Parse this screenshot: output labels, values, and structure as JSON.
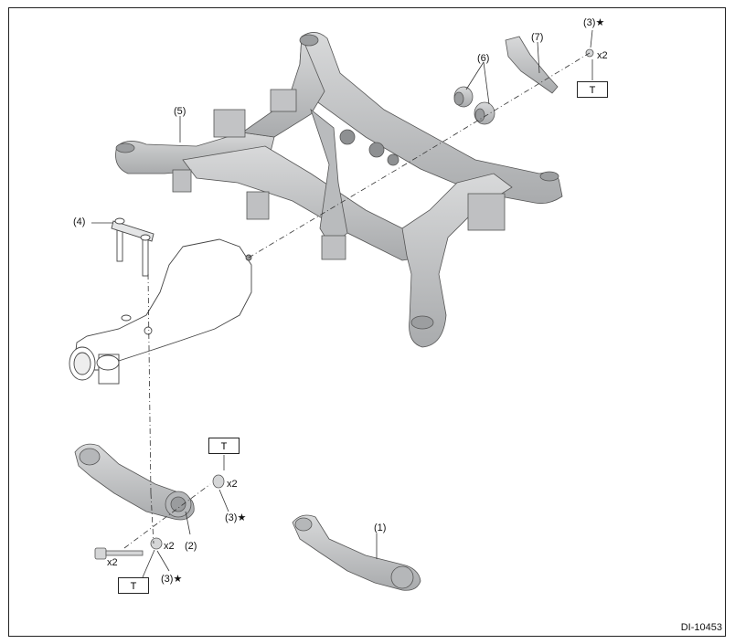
{
  "callouts": {
    "part_1": "(1)",
    "part_2": "(2)",
    "part_3a": "(3)★",
    "part_3b": "(3)★",
    "part_3c": "(3)★",
    "part_4": "(4)",
    "part_5": "(5)",
    "part_6": "(6)",
    "part_7": "(7)"
  },
  "quantities": {
    "q1": "x2",
    "q2": "x2",
    "q3": "x2",
    "q4": "x2"
  },
  "torque_boxes": {
    "t1": "T",
    "t2": "T",
    "t3": "T"
  },
  "figure_id": "DI-10453",
  "colors": {
    "part_fill": "#c9cacb",
    "part_dark": "#a3a5a7",
    "line": "#333333",
    "border": "#222222"
  }
}
